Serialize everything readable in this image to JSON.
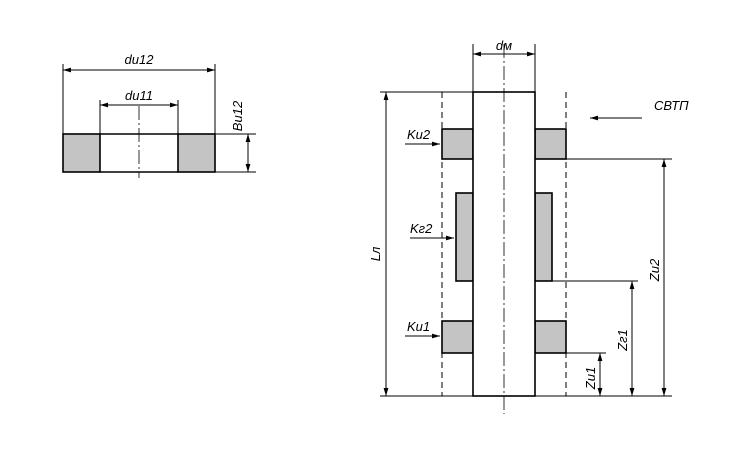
{
  "left_view": {
    "outer_diameter": "dи12",
    "inner_diameter": "dи11",
    "width": "Bи12"
  },
  "right_view": {
    "shaft_diameter": "dм",
    "length": "Lл",
    "tool": "СВТП",
    "upper_part": "Kи2",
    "middle_part": "Kг2",
    "lower_part": "Kи1",
    "z_upper": "Zи2",
    "z_middle": "Zг1",
    "z_lower": "Zи1"
  },
  "colors": {
    "part_fill": "#c4c4c4",
    "line": "#000000"
  }
}
